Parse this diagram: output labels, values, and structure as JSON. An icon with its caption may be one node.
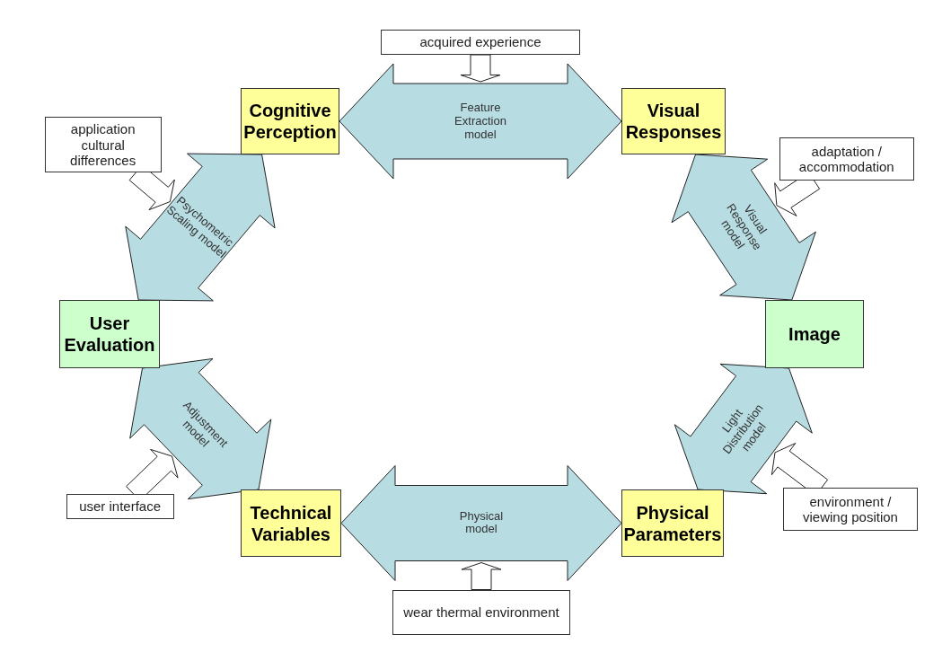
{
  "diagram": {
    "nodes": [
      {
        "text": [
          "acquired experience"
        ]
      },
      {
        "text": [
          "Cognitive Perception"
        ]
      },
      {
        "text": [
          "Visual Responses"
        ]
      },
      {
        "text": [
          "application cultural differences"
        ]
      },
      {
        "text": [
          "adaptation / accommodation"
        ]
      },
      {
        "text": [
          "User Evaluation"
        ]
      },
      {
        "text": [
          "Image"
        ]
      },
      {
        "text": [
          "user interface"
        ]
      },
      {
        "text": [
          "Technical Variables"
        ]
      },
      {
        "text": [
          "Physical Parameters"
        ]
      },
      {
        "text": [
          "environment / viewing position"
        ]
      },
      {
        "text": [
          "wear thermal environment"
        ]
      }
    ],
    "edges": [
      {
        "from": 1,
        "to": 2,
        "arrow": "both",
        "label": "Feature Extraction model",
        "color": "#b7dce2"
      },
      {
        "from": 2,
        "to": 6,
        "arrow": "both",
        "label": "Visual Response model",
        "color": "#b7dce2"
      },
      {
        "from": 6,
        "to": 9,
        "arrow": "both",
        "label": "Light Distribution model",
        "color": "#b7dce2"
      },
      {
        "from": 8,
        "to": 9,
        "arrow": "both",
        "label": "Physical model",
        "color": "#b7dce2"
      },
      {
        "from": 5,
        "to": 8,
        "arrow": "both",
        "label": "Adjustment model",
        "color": "#b7dce2"
      },
      {
        "from": 5,
        "to": 1,
        "arrow": "both",
        "label": "Psychometric Scaling model",
        "color": "#b7dce2"
      },
      {
        "from": 0,
        "to": null,
        "arrow": "to"
      },
      {
        "from": 4,
        "to": null,
        "arrow": "to"
      },
      {
        "from": 10,
        "to": null,
        "arrow": "to"
      },
      {
        "from": 11,
        "to": null,
        "arrow": "to"
      },
      {
        "from": 7,
        "to": null,
        "arrow": "to"
      },
      {
        "from": 3,
        "to": null,
        "arrow": "to"
      }
    ]
  }
}
